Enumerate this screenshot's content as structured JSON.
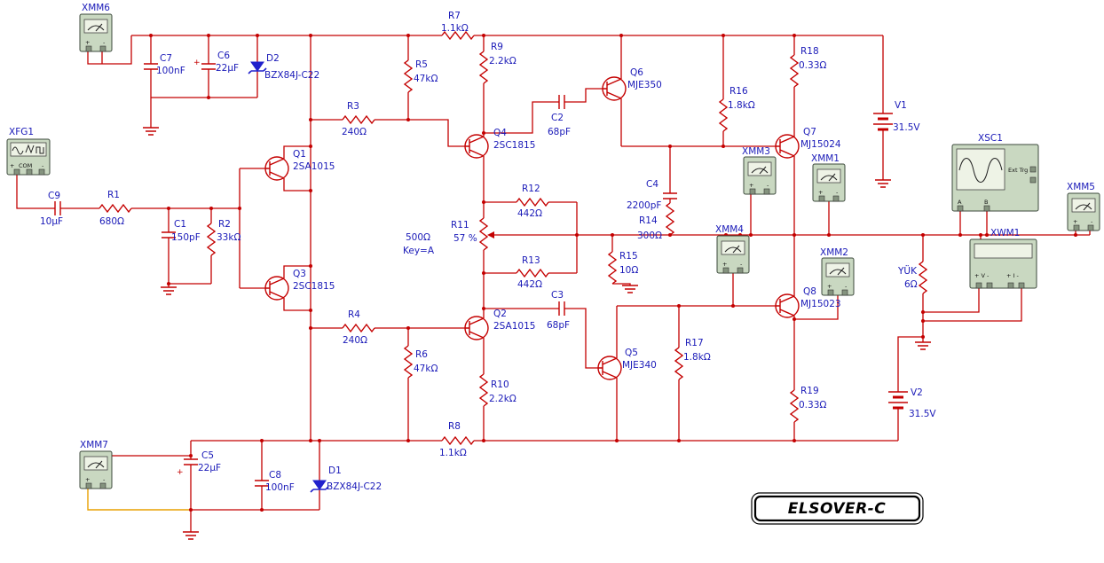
{
  "title_box": {
    "label": "ELSOVER-C"
  },
  "meter": {
    "plus": "+",
    "minus": "-"
  },
  "colors": {
    "wire": "#c40000",
    "component": "#c40000",
    "label": "#1a1ab8",
    "diode_fill": "#2121cc",
    "instrument_fill": "#c9d8c1",
    "probe_wire": "#e8a000",
    "background": "#ffffff"
  },
  "components": {
    "R1": {
      "ref": "R1",
      "value": "680Ω"
    },
    "R2": {
      "ref": "R2",
      "value": "33kΩ"
    },
    "R3": {
      "ref": "R3",
      "value": "240Ω"
    },
    "R4": {
      "ref": "R4",
      "value": "240Ω"
    },
    "R5": {
      "ref": "R5",
      "value": "47kΩ"
    },
    "R6": {
      "ref": "R6",
      "value": "47kΩ"
    },
    "R7": {
      "ref": "R7",
      "value": "1.1kΩ"
    },
    "R8": {
      "ref": "R8",
      "value": "1.1kΩ"
    },
    "R9": {
      "ref": "R9",
      "value": "2.2kΩ"
    },
    "R10": {
      "ref": "R10",
      "value": "2.2kΩ"
    },
    "R11": {
      "ref": "R11",
      "value": "500Ω",
      "percent": "57 %",
      "key": "Key=A"
    },
    "R12": {
      "ref": "R12",
      "value": "442Ω"
    },
    "R13": {
      "ref": "R13",
      "value": "442Ω"
    },
    "R14": {
      "ref": "R14",
      "value": "300Ω"
    },
    "R15": {
      "ref": "R15",
      "value": "10Ω"
    },
    "R16": {
      "ref": "R16",
      "value": "1.8kΩ"
    },
    "R17": {
      "ref": "R17",
      "value": "1.8kΩ"
    },
    "R18": {
      "ref": "R18",
      "value": "0.33Ω"
    },
    "R19": {
      "ref": "R19",
      "value": "0.33Ω"
    },
    "YUK": {
      "ref": "YÜK",
      "value": "6Ω"
    },
    "C1": {
      "ref": "C1",
      "value": "150pF"
    },
    "C2": {
      "ref": "C2",
      "value": "68pF"
    },
    "C3": {
      "ref": "C3",
      "value": "68pF"
    },
    "C4": {
      "ref": "C4",
      "value": "2200pF"
    },
    "C5": {
      "ref": "C5",
      "value": "22µF",
      "polarity": "+"
    },
    "C6": {
      "ref": "C6",
      "value": "22µF",
      "polarity": "+"
    },
    "C7": {
      "ref": "C7",
      "value": "100nF"
    },
    "C8": {
      "ref": "C8",
      "value": "100nF"
    },
    "C9": {
      "ref": "C9",
      "value": "10µF"
    },
    "D1": {
      "ref": "D1",
      "value": "BZX84J-C22"
    },
    "D2": {
      "ref": "D2",
      "value": "BZX84J-C22"
    },
    "Q1": {
      "ref": "Q1",
      "value": "2SA1015"
    },
    "Q2": {
      "ref": "Q2",
      "value": "2SA1015"
    },
    "Q3": {
      "ref": "Q3",
      "value": "2SC1815"
    },
    "Q4": {
      "ref": "Q4",
      "value": "2SC1815"
    },
    "Q5": {
      "ref": "Q5",
      "value": "MJE340"
    },
    "Q6": {
      "ref": "Q6",
      "value": "MJE350"
    },
    "Q7": {
      "ref": "Q7",
      "value": "MJ15024"
    },
    "Q8": {
      "ref": "Q8",
      "value": "MJ15023"
    },
    "V1": {
      "ref": "V1",
      "value": "31.5V"
    },
    "V2": {
      "ref": "V2",
      "value": "31.5V"
    }
  },
  "instruments": {
    "XFG1": {
      "label": "XFG1",
      "plus": "+",
      "com": "COM",
      "minus": "-"
    },
    "XMM1": {
      "label": "XMM1"
    },
    "XMM2": {
      "label": "XMM2"
    },
    "XMM3": {
      "label": "XMM3"
    },
    "XMM4": {
      "label": "XMM4"
    },
    "XMM5": {
      "label": "XMM5"
    },
    "XMM6": {
      "label": "XMM6"
    },
    "XMM7": {
      "label": "XMM7"
    },
    "XSC1": {
      "label": "XSC1",
      "ext_trig": "Ext Trg",
      "channel_a": "A",
      "channel_b": "B"
    },
    "XWM1": {
      "label": "XWM1",
      "voltage_terminals": "+ V -",
      "current_terminals": "+ I -"
    }
  }
}
